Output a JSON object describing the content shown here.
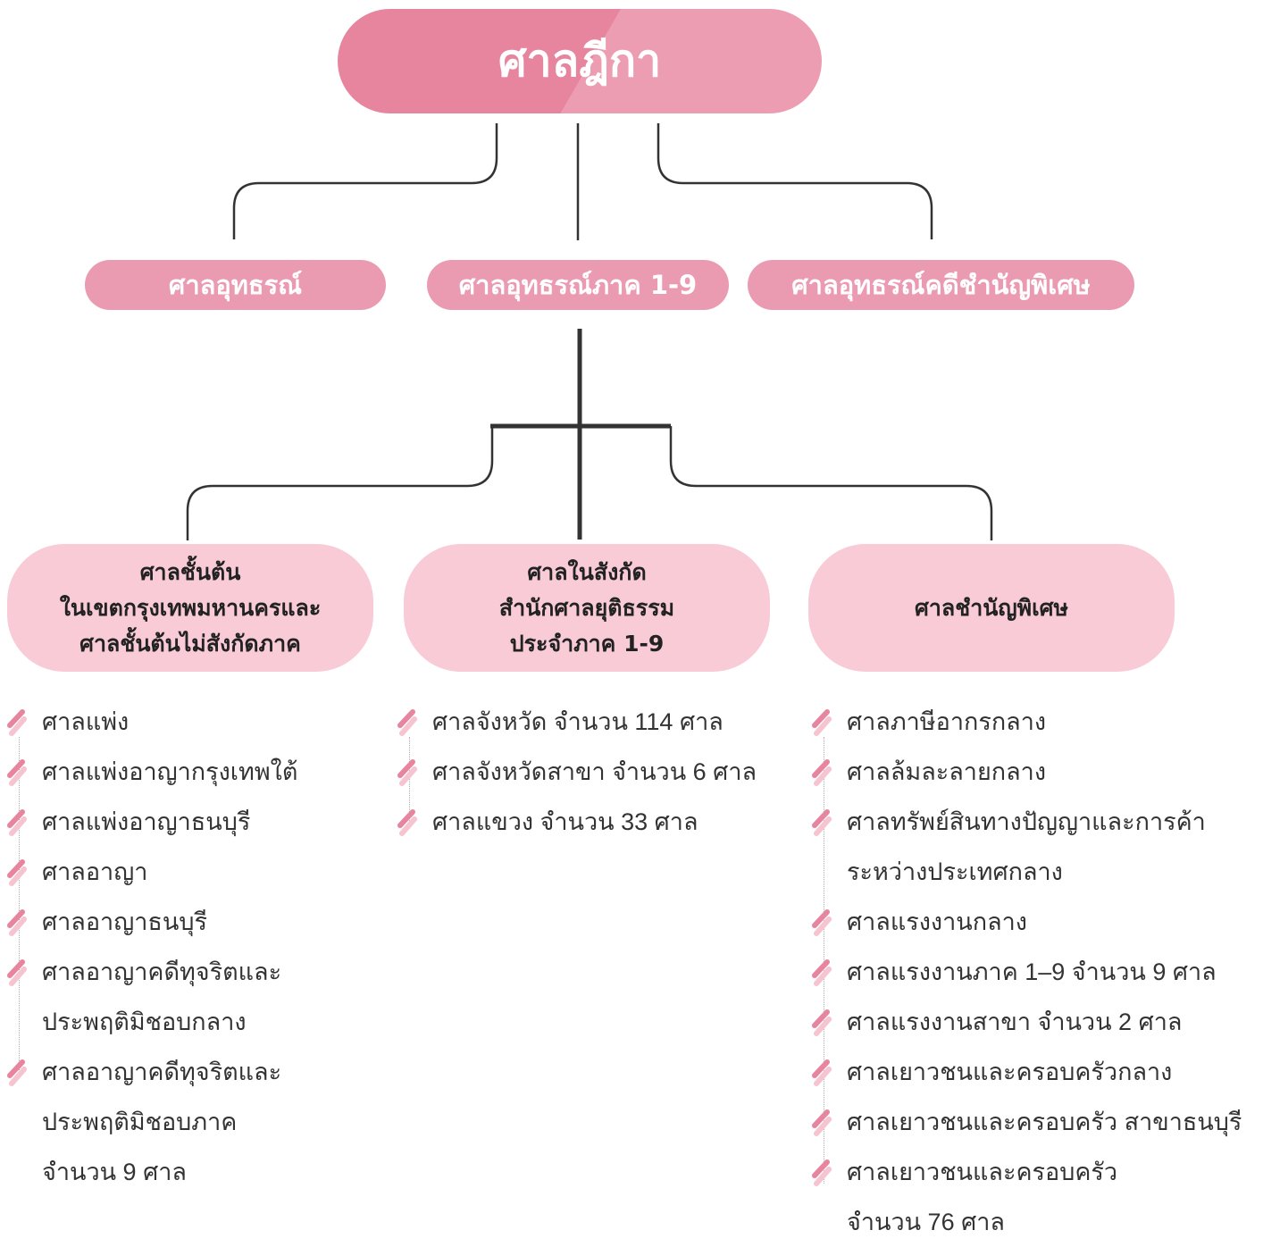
{
  "top": {
    "label": "ศาลฎีกา"
  },
  "level2": [
    {
      "label": "ศาลอุทธรณ์"
    },
    {
      "label": "ศาลอุทธรณ์ภาค 1-9"
    },
    {
      "label": "ศาลอุทธรณ์คดีชำนัญพิเศษ"
    }
  ],
  "level3": [
    {
      "lines": [
        "ศาลชั้นต้น",
        "ในเขตกรุงเทพมหานครและ",
        "ศาลชั้นต้นไม่สังกัดภาค"
      ]
    },
    {
      "lines": [
        "ศาลในสังกัด",
        "สำนักศาลยุติธรรม",
        "ประจำภาค 1-9"
      ]
    },
    {
      "lines": [
        "ศาลชำนัญพิเศษ"
      ]
    }
  ],
  "lists": [
    {
      "items": [
        {
          "lines": [
            "ศาลแพ่ง"
          ]
        },
        {
          "lines": [
            "ศาลแพ่งอาญากรุงเทพใต้"
          ]
        },
        {
          "lines": [
            "ศาลแพ่งอาญาธนบุรี"
          ]
        },
        {
          "lines": [
            "ศาลอาญา"
          ]
        },
        {
          "lines": [
            "ศาลอาญาธนบุรี"
          ]
        },
        {
          "lines": [
            "ศาลอาญาคดีทุจริตและ",
            "ประพฤติมิชอบกลาง"
          ]
        },
        {
          "lines": [
            "ศาลอาญาคดีทุจริตและ",
            "ประพฤติมิชอบภาค",
            "จำนวน 9 ศาล"
          ]
        }
      ]
    },
    {
      "items": [
        {
          "lines": [
            "ศาลจังหวัด จำนวน 114 ศาล"
          ]
        },
        {
          "lines": [
            "ศาลจังหวัดสาขา จำนวน 6 ศาล"
          ]
        },
        {
          "lines": [
            "ศาลแขวง จำนวน 33 ศาล"
          ]
        }
      ]
    },
    {
      "items": [
        {
          "lines": [
            "ศาลภาษีอากรกลาง"
          ]
        },
        {
          "lines": [
            "ศาลล้มละลายกลาง"
          ]
        },
        {
          "lines": [
            "ศาลทรัพย์สินทางปัญญาและการค้า",
            "ระหว่างประเทศกลาง"
          ]
        },
        {
          "lines": [
            "ศาลแรงงานกลาง"
          ]
        },
        {
          "lines": [
            "ศาลแรงงานภาค 1–9 จำนวน 9 ศาล"
          ]
        },
        {
          "lines": [
            "ศาลแรงงานสาขา จำนวน 2 ศาล"
          ]
        },
        {
          "lines": [
            "ศาลเยาวชนและครอบครัวกลาง"
          ]
        },
        {
          "lines": [
            "ศาลเยาวชนและครอบครัว สาขาธนบุรี"
          ]
        },
        {
          "lines": [
            "ศาลเยาวชนและครอบครัว",
            "จำนวน 76 ศาล"
          ]
        }
      ]
    }
  ],
  "colors": {
    "top_fill": "#e7859f",
    "level2_fill": "#eb9bb1",
    "level3_fill": "#f8cbd7",
    "bullet_dark": "#e7859f",
    "bullet_light": "#f6c3d1",
    "connector": "#333333"
  }
}
